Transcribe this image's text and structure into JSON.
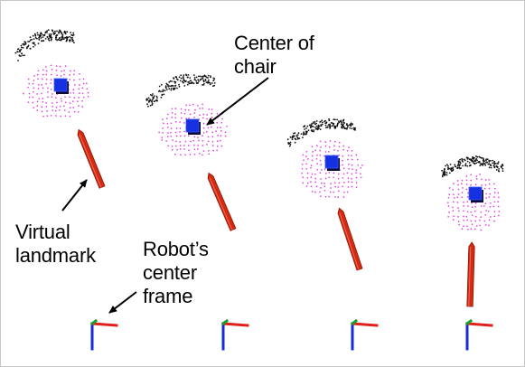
{
  "figure": {
    "annotations": {
      "center_of_chair": "Center of\nchair",
      "virtual_landmark": "Virtual\nlandmark",
      "robot_center_frame": "Robot’s\ncenter\nframe"
    }
  },
  "colors": {
    "back_points": "#111111",
    "seat_points": "#e23ee2",
    "chair_center": "#1530e0",
    "landmark": "#d42a12",
    "axis_x": "#e0201a",
    "axis_y": "#1a9e2a",
    "axis_z": "#1a2cd8",
    "arrow": "#000000"
  }
}
